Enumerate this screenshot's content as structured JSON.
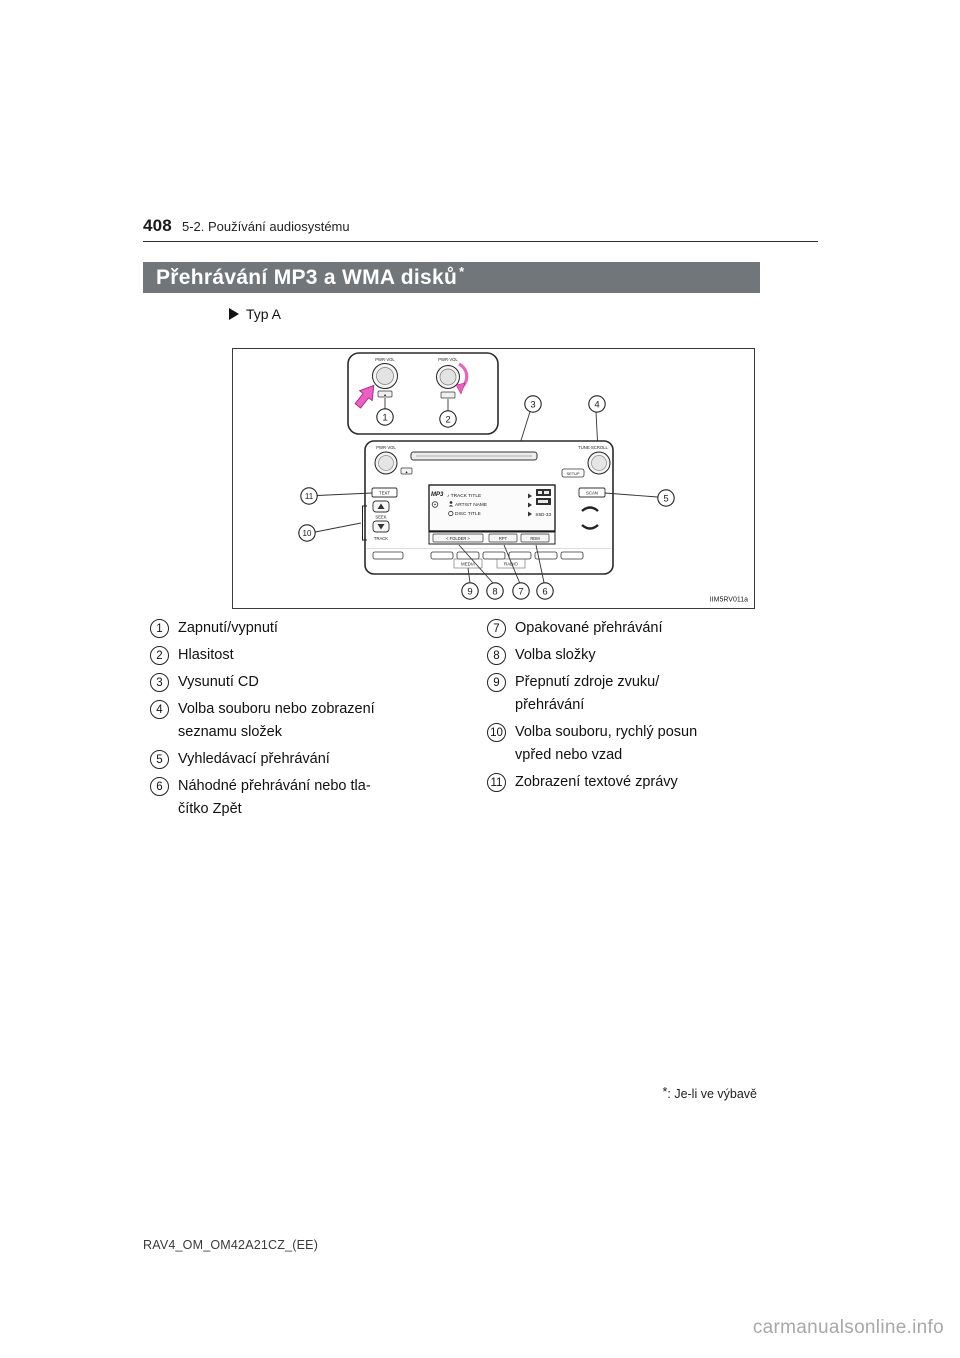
{
  "page": {
    "number": "408",
    "section": "5-2. Používání audiosystému",
    "title": "Přehrávání MP3 a WMA disků",
    "title_sup": "*",
    "type_label": "Typ A",
    "footnote_star": "*",
    "footnote_text": ": Je-li ve výbavě",
    "footer_code": "RAV4_OM_OM42A21CZ_(EE)",
    "watermark": "carmanualsonline.info"
  },
  "diagram": {
    "figure_id": "IIM5RV011a",
    "labels": {
      "pwr_vol": "PWR·VOL",
      "tune_scroll": "TUNE·SCROLL",
      "setup": "SETUP",
      "text": "TEXT",
      "seek": "SEEK",
      "track": "TRACK",
      "scan": "SCAN",
      "media": "MEDIA",
      "radio": "RADIO",
      "folder": "< FOLDER >",
      "rpt": "RPT",
      "rdm": "RDM",
      "mp3": "MP3",
      "track_title": "♪ TRACK TITLE",
      "artist_name": "ARTIST NAME",
      "disc_title": "DISC TITLE",
      "display_value": "S5D-33",
      "eject": "▲"
    },
    "callouts": [
      "1",
      "2",
      "3",
      "4",
      "5",
      "6",
      "7",
      "8",
      "9",
      "10",
      "11"
    ]
  },
  "legend": {
    "left": [
      {
        "num": "1",
        "text": "Zapnutí/vypnutí"
      },
      {
        "num": "2",
        "text": "Hlasitost"
      },
      {
        "num": "3",
        "text": "Vysunutí CD"
      },
      {
        "num": "4",
        "text": "Volba souboru nebo zobrazení\nseznamu složek"
      },
      {
        "num": "5",
        "text": "Vyhledávací přehrávání"
      },
      {
        "num": "6",
        "text": "Náhodné přehrávání nebo tla-\nčítko Zpět"
      }
    ],
    "right": [
      {
        "num": "7",
        "text": "Opakované přehrávání"
      },
      {
        "num": "8",
        "text": "Volba složky"
      },
      {
        "num": "9",
        "text": "Přepnutí zdroje zvuku/\npřehrávání"
      },
      {
        "num": "10",
        "text": "Volba souboru, rychlý posun\nvpřed nebo vzad"
      },
      {
        "num": "11",
        "text": "Zobrazení textové zprávy"
      }
    ]
  },
  "colors": {
    "title_bar_bg": "#70767a",
    "accent_pink": "#ee5fc2",
    "watermark_gray": "#a8a8a8"
  }
}
